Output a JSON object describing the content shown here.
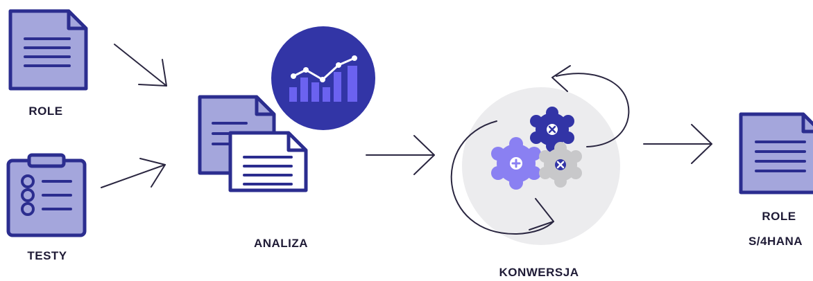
{
  "labels": {
    "role": "ROLE",
    "testy": "TESTY",
    "analiza": "ANALIZA",
    "konwersja": "KONWERSJA",
    "role_s4hana_line1": "ROLE",
    "role_s4hana_line2": "S/4HANA"
  },
  "colors": {
    "outline": "#2b2d8f",
    "doc_fill": "#a4a6dc",
    "paper": "#ffffff",
    "chart_circle": "#3235a6",
    "chart_bars": "#6b62f0",
    "gear_dark": "#3234a6",
    "gear_light": "#8a80f2",
    "gear_grey": "#c8c8ca",
    "backdrop": "#ececee",
    "arrow": "#2a2640",
    "text": "#1f1b36"
  },
  "icons": [
    "document-icon",
    "clipboard-checklist-icon",
    "documents-stack-icon",
    "chart-trend-icon",
    "gears-icon",
    "cycle-arrows-icon",
    "arrow-right-icon"
  ]
}
